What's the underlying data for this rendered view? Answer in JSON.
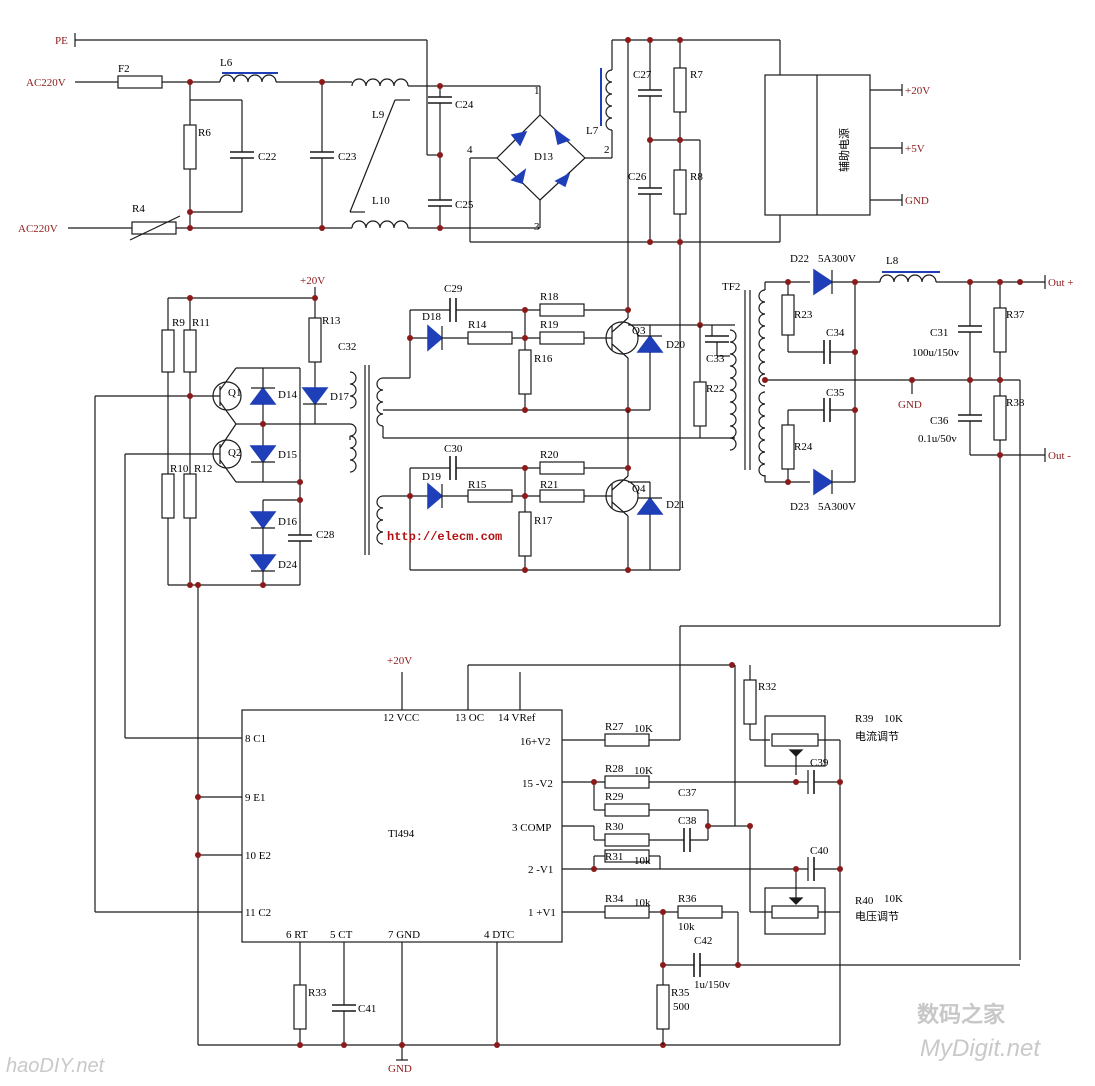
{
  "io": {
    "pe": "PE",
    "ac_l": "AC220V",
    "ac_n": "AC220V",
    "out_20v": "+20V",
    "out_5v": "+5V",
    "out_gnd": "GND",
    "out_pos": "Out +",
    "out_neg": "Out -",
    "drv_vcc": "+20V",
    "ic_vcc": "+20V",
    "gnd_bottom": "GND",
    "gnd_mid": "GND"
  },
  "aux_supply": {
    "label": "辅助电源"
  },
  "ic": {
    "name": "Tl494",
    "pins": {
      "vcc": "12 VCC",
      "oc": "13 OC",
      "vref": "14 VRef",
      "c1": "8 C1",
      "e1": "9 E1",
      "e2": "10 E2",
      "c2": "11 C2",
      "rt": "6 RT",
      "ct": "5 CT",
      "gnd": "7 GND",
      "dtc": "4 DTC",
      "p16": "16+V2",
      "p15": "15 -V2",
      "comp": "3 COMP",
      "p2": "2 -V1",
      "p1": "1 +V1"
    }
  },
  "labels": {
    "F2": "F2",
    "L6": "L6",
    "L9": "L9",
    "L10": "L10",
    "R4": "R4",
    "R6": "R6",
    "C22": "C22",
    "C23": "C23",
    "C24": "C24",
    "C25": "C25",
    "D13": "D13",
    "n1": "1",
    "n2": "2",
    "n3": "3",
    "n4": "4",
    "L7": "L7",
    "C27": "C27",
    "C26": "C26",
    "R7": "R7",
    "R8": "R8",
    "R9": "R9",
    "R11": "R11",
    "R13": "R13",
    "Q1": "Q1",
    "D14": "D14",
    "D17": "D17",
    "C32": "C32",
    "Q2": "Q2",
    "D15": "D15",
    "R10": "R10",
    "R12": "R12",
    "D16": "D16",
    "C28": "C28",
    "D24": "D24",
    "C29": "C29",
    "D18": "D18",
    "R14": "R14",
    "R18": "R18",
    "R19": "R19",
    "R16": "R16",
    "Q3": "Q3",
    "D20": "D20",
    "C30": "C30",
    "D19": "D19",
    "R15": "R15",
    "R20": "R20",
    "R21": "R21",
    "R17": "R17",
    "Q4": "Q4",
    "D21": "D21",
    "C33": "C33",
    "R22": "R22",
    "TF2": "TF2",
    "D22": "D22",
    "D22v": "5A300V",
    "R23": "R23",
    "C34": "C34",
    "C35": "C35",
    "R24": "R24",
    "D23": "D23",
    "D23v": "5A300V",
    "L8": "L8",
    "C31": "C31",
    "C31v": "100u/150v",
    "R37": "R37",
    "C36": "C36",
    "C36v": "0.1u/50v",
    "R38": "R38",
    "R32": "R32",
    "R39": "R39",
    "R39v": "10K",
    "R39d": "电流调节",
    "C39": "C39",
    "C37": "C37",
    "C38": "C38",
    "C40": "C40",
    "R40": "R40",
    "R40v": "10K",
    "R40d": "电压调节",
    "R27": "R27",
    "R27v": "10K",
    "R28": "R28",
    "R28v": "10K",
    "R29": "R29",
    "R30": "R30",
    "R31": "R31",
    "R31v": "10k",
    "R34": "R34",
    "R34v": "10k",
    "R36": "R36",
    "R36v": "10k",
    "C42": "C42",
    "C42v": "1u/150v",
    "R35": "R35",
    "R35v": "500",
    "R33": "R33",
    "C41": "C41"
  },
  "url": "http://elecm.com",
  "watermarks": {
    "hd": "haoDIY.net",
    "cn": "数码之家",
    "md": "MyDigit.net"
  }
}
